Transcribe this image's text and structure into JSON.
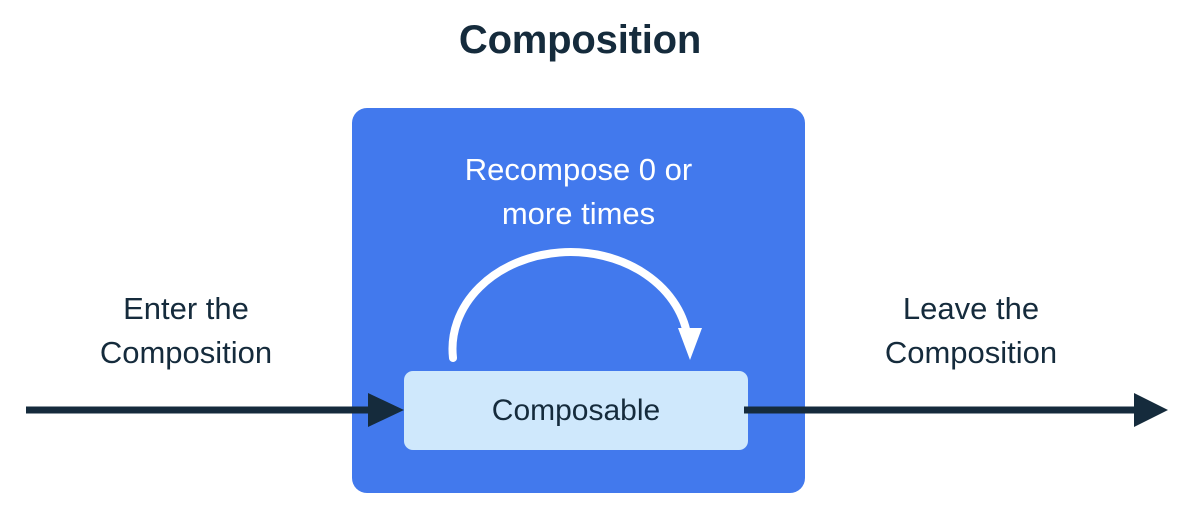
{
  "diagram": {
    "title": "Composition",
    "container": {
      "name": "Composition",
      "color": "#4279ed",
      "recompose_caption": {
        "lines": [
          "Recompose 0 or",
          "more times"
        ],
        "color": "#ffffff"
      },
      "recompose_arrow": {
        "icon": "curved-loop-arrow",
        "color": "#ffffff",
        "direction": "clockwise-loop"
      },
      "node": {
        "label": "Composable",
        "fill": "#cfe8fc",
        "text_color": "#152b3c"
      }
    },
    "enter": {
      "label_lines": [
        "Enter the",
        "Composition"
      ],
      "arrow_icon": "arrow-right",
      "arrow_color": "#152b3c"
    },
    "leave": {
      "label_lines": [
        "Leave the",
        "Composition"
      ],
      "arrow_icon": "arrow-right",
      "arrow_color": "#152b3c"
    },
    "colors": {
      "background": "#ffffff",
      "ink": "#152b3c",
      "accent_blue": "#4279ed",
      "node_blue": "#cfe8fc"
    }
  }
}
